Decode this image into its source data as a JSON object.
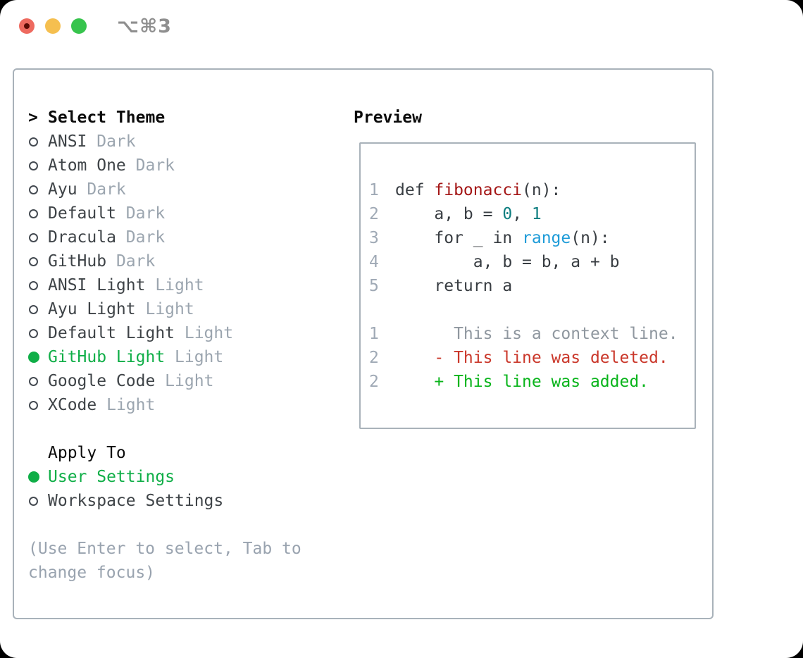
{
  "colors": {
    "page_bg": "#000000",
    "window_bg": "#ffffff",
    "border_gray": "#a9b2ba",
    "heading_black": "#0b0b0b",
    "item_text": "#3e4347",
    "tag_gray": "#9ba5af",
    "hint_gray": "#99a3af",
    "accent_green": "#0fae47",
    "radio_ring": "#454b52",
    "line_number": "#9fa9b5",
    "code_text": "#383d42",
    "code_function_red": "#a41616",
    "code_number_teal": "#0e7e80",
    "code_builtin_blue": "#1d9bd8",
    "diff_context_gray": "#8f979f",
    "diff_deleted_red": "#ca372a",
    "diff_added_green": "#09b41b",
    "traffic_red": "#ee6a5f",
    "traffic_red_dot": "#5b0b04",
    "traffic_yellow": "#f5bf4f",
    "traffic_green": "#37c44d",
    "titlebar_text": "#8f8f8f"
  },
  "window": {
    "title_shortcut": "⌥⌘3",
    "traffic_lights": [
      "close",
      "minimize",
      "zoom"
    ]
  },
  "theme_list": {
    "header_prefix": ">",
    "header": "Select Theme",
    "items": [
      {
        "name": "ANSI",
        "tag": "Dark",
        "selected": false
      },
      {
        "name": "Atom One",
        "tag": "Dark",
        "selected": false
      },
      {
        "name": "Ayu",
        "tag": "Dark",
        "selected": false
      },
      {
        "name": "Default",
        "tag": "Dark",
        "selected": false
      },
      {
        "name": "Dracula",
        "tag": "Dark",
        "selected": false
      },
      {
        "name": "GitHub",
        "tag": "Dark",
        "selected": false
      },
      {
        "name": "ANSI Light",
        "tag": "Light",
        "selected": false
      },
      {
        "name": "Ayu Light",
        "tag": "Light",
        "selected": false
      },
      {
        "name": "Default Light",
        "tag": "Light",
        "selected": false
      },
      {
        "name": "GitHub Light",
        "tag": "Light",
        "selected": true
      },
      {
        "name": "Google Code",
        "tag": "Light",
        "selected": false
      },
      {
        "name": "XCode",
        "tag": "Light",
        "selected": false
      }
    ]
  },
  "apply_to": {
    "header": "Apply To",
    "options": [
      {
        "name": "User Settings",
        "selected": true
      },
      {
        "name": "Workspace Settings",
        "selected": false
      }
    ]
  },
  "hint": {
    "line1": "(Use Enter to select, Tab to",
    "line2": "change focus)"
  },
  "preview": {
    "header": "Preview",
    "code_lines": [
      {
        "num": "1",
        "segments": [
          {
            "text": "def ",
            "style": "plain"
          },
          {
            "text": "fibonacci",
            "style": "function"
          },
          {
            "text": "(n):",
            "style": "plain"
          }
        ]
      },
      {
        "num": "2",
        "segments": [
          {
            "text": "    a, b = ",
            "style": "plain"
          },
          {
            "text": "0",
            "style": "number"
          },
          {
            "text": ", ",
            "style": "plain"
          },
          {
            "text": "1",
            "style": "number"
          }
        ]
      },
      {
        "num": "3",
        "segments": [
          {
            "text": "    for _ in ",
            "style": "plain"
          },
          {
            "text": "range",
            "style": "builtin"
          },
          {
            "text": "(n):",
            "style": "plain"
          }
        ]
      },
      {
        "num": "4",
        "segments": [
          {
            "text": "        a, b = b, a + b",
            "style": "plain"
          }
        ]
      },
      {
        "num": "5",
        "segments": [
          {
            "text": "    return a",
            "style": "plain"
          }
        ]
      }
    ],
    "diff_lines": [
      {
        "num": "1",
        "kind": "context",
        "text": "      This is a context line."
      },
      {
        "num": "2",
        "kind": "deleted",
        "text": "    - This line was deleted."
      },
      {
        "num": "2",
        "kind": "added",
        "text": "    + This line was added."
      }
    ]
  }
}
